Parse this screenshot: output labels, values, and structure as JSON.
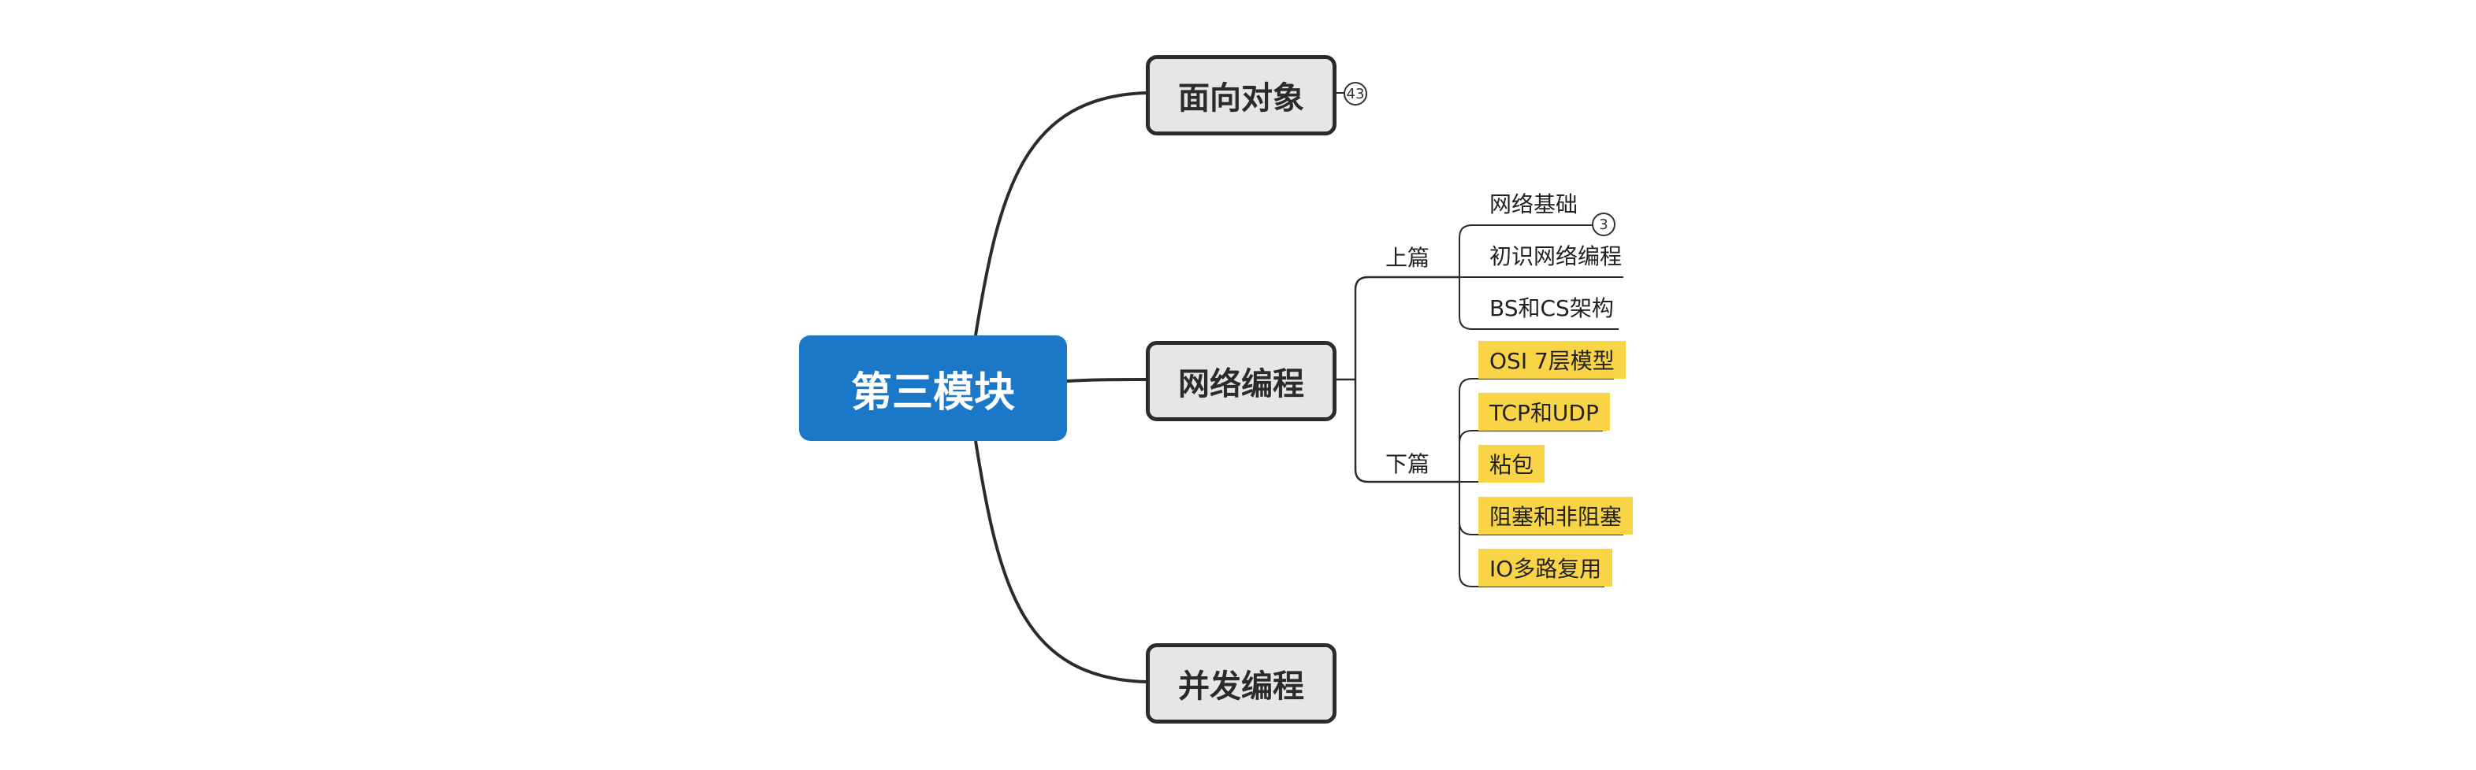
{
  "root": {
    "label": "第三模块"
  },
  "branches": [
    {
      "label": "面向对象",
      "count": "43"
    },
    {
      "label": "网络编程"
    },
    {
      "label": "并发编程"
    }
  ],
  "network": {
    "upper": {
      "label": "上篇",
      "items": [
        {
          "label": "网络基础",
          "count": "3"
        },
        {
          "label": "初识网络编程"
        },
        {
          "label": "BS和CS架构"
        }
      ]
    },
    "lower": {
      "label": "下篇",
      "items": [
        {
          "label": "OSI 7层模型"
        },
        {
          "label": "TCP和UDP"
        },
        {
          "label": "粘包"
        },
        {
          "label": "阻塞和非阻塞"
        },
        {
          "label": "IO多路复用"
        }
      ]
    }
  },
  "colors": {
    "root_fill": "#1b78c8",
    "branch_fill": "#e6e6e6",
    "branch_border": "#2b2b2b",
    "highlight": "#fad447",
    "line": "#2b2b2b"
  }
}
